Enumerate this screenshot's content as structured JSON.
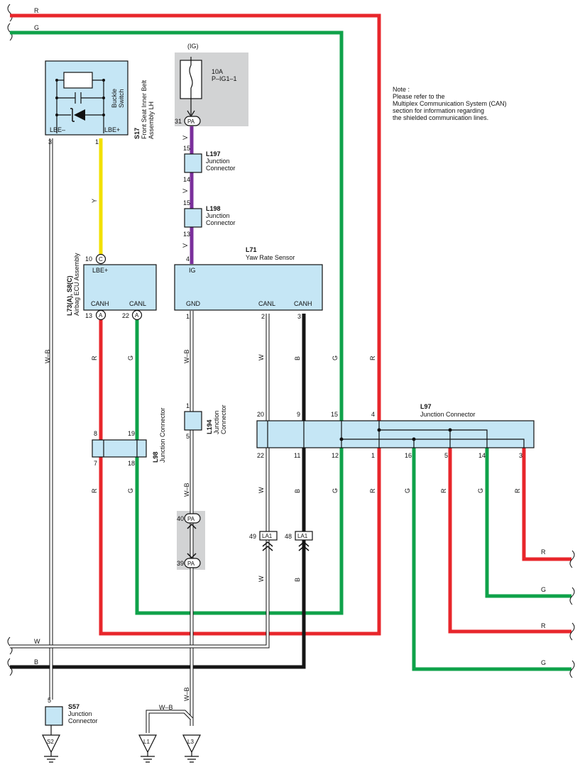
{
  "colors": {
    "R": "#e8262b",
    "G": "#0fa24a",
    "Y": "#f2e000",
    "V": "#7a2f9b",
    "B": "#161616",
    "WB": "#ffffff",
    "W": "#ffffff",
    "box": "#c5e6f5",
    "shade": "#d2d3d4"
  },
  "top_wires": {
    "r": "R",
    "g": "G"
  },
  "bottom_wires": {
    "w": "W",
    "b": "B"
  },
  "right_wires": [
    "R",
    "G",
    "R",
    "G"
  ],
  "note": [
    "Note :",
    "Please refer to the",
    "Multiplex Communication System (CAN)",
    "section for information regarding",
    "the shielded communication lines."
  ],
  "fuse": {
    "ig": "(IG)",
    "amp": "10A",
    "name": "P–IG1–1",
    "pin": "31",
    "conn": "PA"
  },
  "s17": {
    "id": "S17",
    "title1": "Front Seat Inner Belt",
    "title2": "Assembly LH",
    "switch1": "Buckle",
    "switch2": "Switch",
    "lbe_minus": "LBE–",
    "lbe_plus": "LBE+",
    "pin_minus": "3",
    "pin_plus": "1"
  },
  "l197": {
    "id": "L197",
    "name1": "Junction",
    "name2": "Connector",
    "pin_top": "15",
    "pin_bot": "14"
  },
  "l198": {
    "id": "L198",
    "name1": "Junction",
    "name2": "Connector",
    "pin_top": "15",
    "pin_bot": "13"
  },
  "l71": {
    "id": "L71",
    "name": "Yaw Rate Sensor",
    "ig": "IG",
    "gnd": "GND",
    "canl": "CANL",
    "canh": "CANH",
    "pin_ig": "4",
    "pin_gnd": "1",
    "pin_canl": "2",
    "pin_canh": "3"
  },
  "airbag": {
    "id": "L73(A), S8(C)",
    "name": "Airbag ECU Assembly",
    "lbe": "LBE+",
    "canh": "CANH",
    "canl": "CANL",
    "pin_lbe": "10",
    "conn_lbe": "C",
    "pin_canh": "13",
    "conn_canh": "A",
    "pin_canl": "22",
    "conn_canl": "A"
  },
  "l98": {
    "id": "L98",
    "name": "Junction Connector",
    "pin_tl": "8",
    "pin_tr": "19",
    "pin_bl": "7",
    "pin_br": "18"
  },
  "l194": {
    "id": "L194",
    "name1": "Junction",
    "name2": "Connector",
    "pin_top": "1",
    "pin_bot": "5"
  },
  "l97": {
    "id": "L97",
    "name": "Junction Connector",
    "top_pins": [
      "20",
      "9",
      "15",
      "4"
    ],
    "bot_pins": [
      "22",
      "11",
      "12",
      "1",
      "16",
      "5",
      "14",
      "3"
    ]
  },
  "pa": {
    "pin_top": "40",
    "pin_bot": "39",
    "conn": "PA"
  },
  "la1": {
    "pin_w": "49",
    "pin_b": "48",
    "conn": "LA1"
  },
  "s57": {
    "id": "S57",
    "name1": "Junction",
    "name2": "Connector",
    "pin": "5"
  },
  "grounds": [
    "S2",
    "L1",
    "L3"
  ],
  "labels": {
    "y": "Y",
    "v": "V",
    "wb": "W–B",
    "r": "R",
    "g": "G",
    "w": "W",
    "b": "B"
  }
}
